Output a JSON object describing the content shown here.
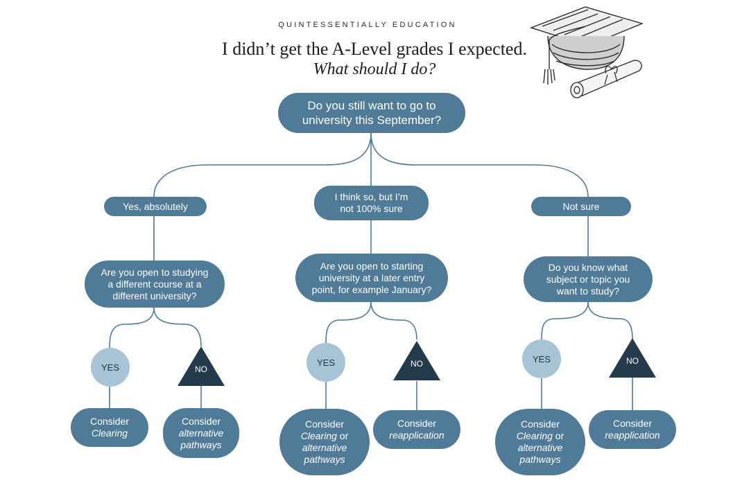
{
  "header": {
    "brand": "QUINTESSENTIALLY EDUCATION",
    "title": "I didn’t get the A-Level grades I expected.",
    "subtitle": "What should I do?"
  },
  "root_question": "Do you still want to go to university this September?",
  "branches": [
    {
      "answer": "Yes, absolutely",
      "question": "Are you open to studying a different course at a different university?",
      "yes_label": "YES",
      "no_label": "NO",
      "yes_result": {
        "prefix": "Consider",
        "line2": "Clearing",
        "line3": "",
        "line4": ""
      },
      "no_result": {
        "prefix": "Consider",
        "line2": "alternative",
        "line3": "pathways"
      }
    },
    {
      "answer": "I think so, but I’m not 100% sure",
      "question": "Are you open to starting university at a later entry point, for example January?",
      "yes_label": "YES",
      "no_label": "NO",
      "yes_result": {
        "prefix": "Consider",
        "line2_italic": "Clearing",
        "line2_plain": " or",
        "line3": "alternative",
        "line4": "pathways"
      },
      "no_result": {
        "prefix": "Consider",
        "line2": "reapplication"
      }
    },
    {
      "answer": "Not sure",
      "question": "Do you know what subject or topic you want to study?",
      "yes_label": "YES",
      "no_label": "NO",
      "yes_result": {
        "prefix": "Consider",
        "line2_italic": "Clearing",
        "line2_plain": " or",
        "line3": "alternative",
        "line4": "pathways"
      },
      "no_result": {
        "prefix": "Consider",
        "line2": "reapplication"
      }
    }
  ],
  "colors": {
    "node": "#4f7b99",
    "yes_circle": "#a7c4d6",
    "no_triangle": "#243b4c",
    "connector": "#4f7b99"
  },
  "icons": [
    "graduation-cap-icon",
    "diploma-scroll-icon"
  ]
}
